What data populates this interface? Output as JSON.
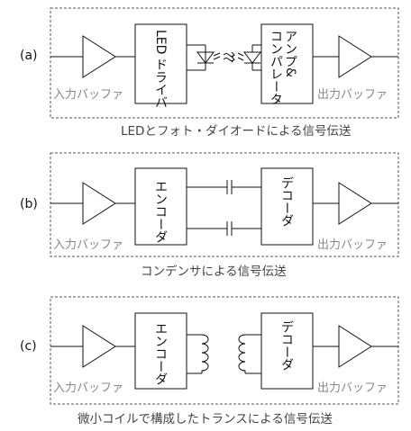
{
  "panels": [
    {
      "tag": "(a)",
      "in_buffer": "入力バッファ",
      "out_buffer": "出力バッファ",
      "left_block": "LED ドライバ",
      "right_block_col1": "アンプ&",
      "right_block_col2": "コンパレータ",
      "caption": "LEDとフォト・ダイオードによる信号伝送"
    },
    {
      "tag": "(b)",
      "in_buffer": "入力バッファ",
      "out_buffer": "出力バッファ",
      "left_block": "エンコーダ",
      "right_block": "デコーダ",
      "caption": "コンデンサによる信号伝送"
    },
    {
      "tag": "(c)",
      "in_buffer": "入力バッファ",
      "out_buffer": "出力バッファ",
      "left_block": "エンコーダ",
      "right_block": "デコーダ",
      "caption": "微小コイルで構成したトランスによる信号伝送"
    }
  ]
}
